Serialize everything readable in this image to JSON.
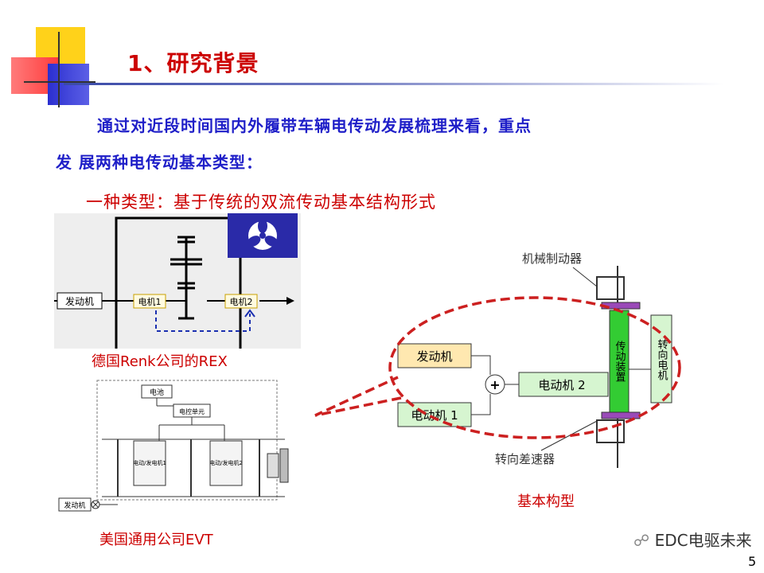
{
  "slide": {
    "title": "1、研究背景",
    "page_number": "5",
    "paragraph_line1": "通过对近段时间国内外履带车辆电传动发展梳理来看，重点",
    "paragraph_line2": "发 展两种电传动基本类型：",
    "bullet_line": "一种类型：基于传统的双流传动基本结构形式",
    "watermark": "EDC电驱未来"
  },
  "rex_diagram": {
    "caption": "德国Renk公司的REX",
    "labels": {
      "engine": "发动机",
      "motor1": "电机1",
      "motor2": "电机2"
    }
  },
  "evt_diagram": {
    "caption": "美国通用公司EVT",
    "labels": {
      "battery": "电池",
      "control_unit": "电控单元",
      "motor_gen1": "电动/发电机1",
      "motor_gen2": "电动/发电机2",
      "engine": "发动机"
    }
  },
  "basic_diagram": {
    "caption": "基本构型",
    "labels": {
      "brake": "机械制动器",
      "engine": "发动机",
      "motor1": "电动机 1",
      "motor2": "电动机 2",
      "transmission": "传动装置",
      "steering_motor": "转向电机",
      "differential": "转向差速器",
      "plus": "+"
    }
  },
  "colors": {
    "title": "#cc0000",
    "body_text": "#1f1fc8",
    "highlight": "#cc0000"
  }
}
